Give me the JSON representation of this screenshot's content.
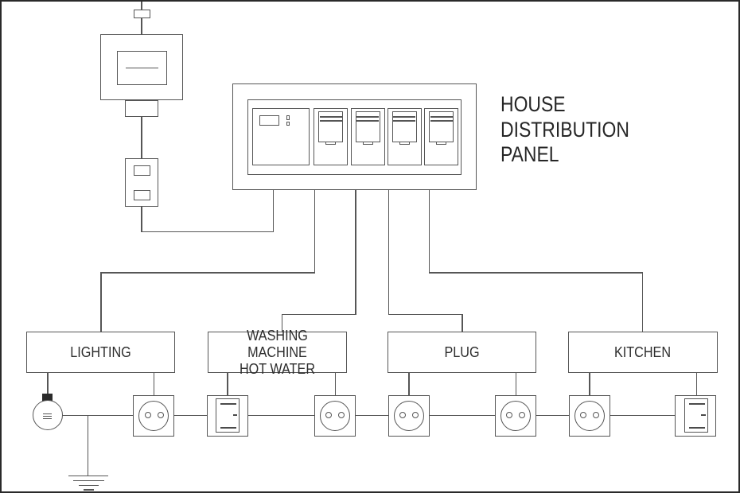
{
  "title": "HOUSE\nDISTRIBUTION\nPANEL",
  "circuit_boxes": [
    {
      "label": "LIGHTING"
    },
    {
      "label": "WASHING MACHINE\nHOT WATER"
    },
    {
      "label": "PLUG"
    },
    {
      "label": "KITCHEN"
    }
  ],
  "components": {
    "meter": "electricity-meter",
    "fuse": "main-fuse",
    "panel_modules": [
      "main-switch-module",
      "circuit-breaker",
      "circuit-breaker",
      "circuit-breaker",
      "circuit-breaker"
    ],
    "loads": [
      "light-bulb",
      "socket-outlet",
      "wall-switch",
      "socket-outlet",
      "socket-outlet",
      "socket-outlet",
      "socket-outlet",
      "wall-switch"
    ],
    "ground": "earth-ground-symbol"
  },
  "colors": {
    "background": "#ffffff",
    "wire": "#565656",
    "text": "#2d2d2d",
    "frame": "#2a2a2a",
    "bulb_base": "#2b2b2b"
  }
}
